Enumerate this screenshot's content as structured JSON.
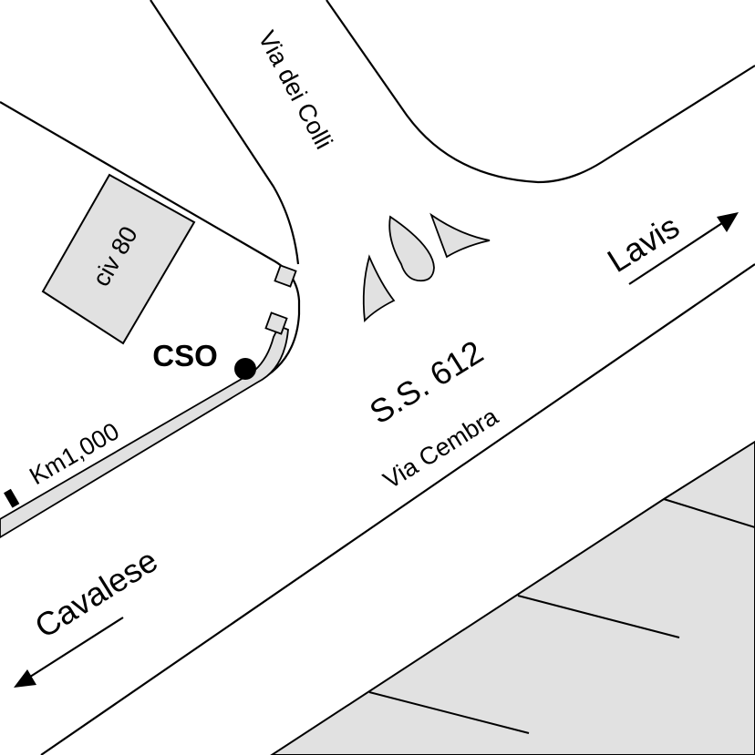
{
  "map": {
    "labels": {
      "street_via_dei_colli": "Via dei Colli",
      "road_number": "S.S. 612",
      "street_via_cembra": "Via Cembra",
      "direction_lavis": "Lavis",
      "direction_cavalese": "Cavalese",
      "building": "civ 80",
      "station": "CSO",
      "kilometer_marker": "Km1,000"
    },
    "colors": {
      "line": "#000000",
      "fill_gray": "#e1e1e1",
      "background": "#ffffff"
    }
  }
}
